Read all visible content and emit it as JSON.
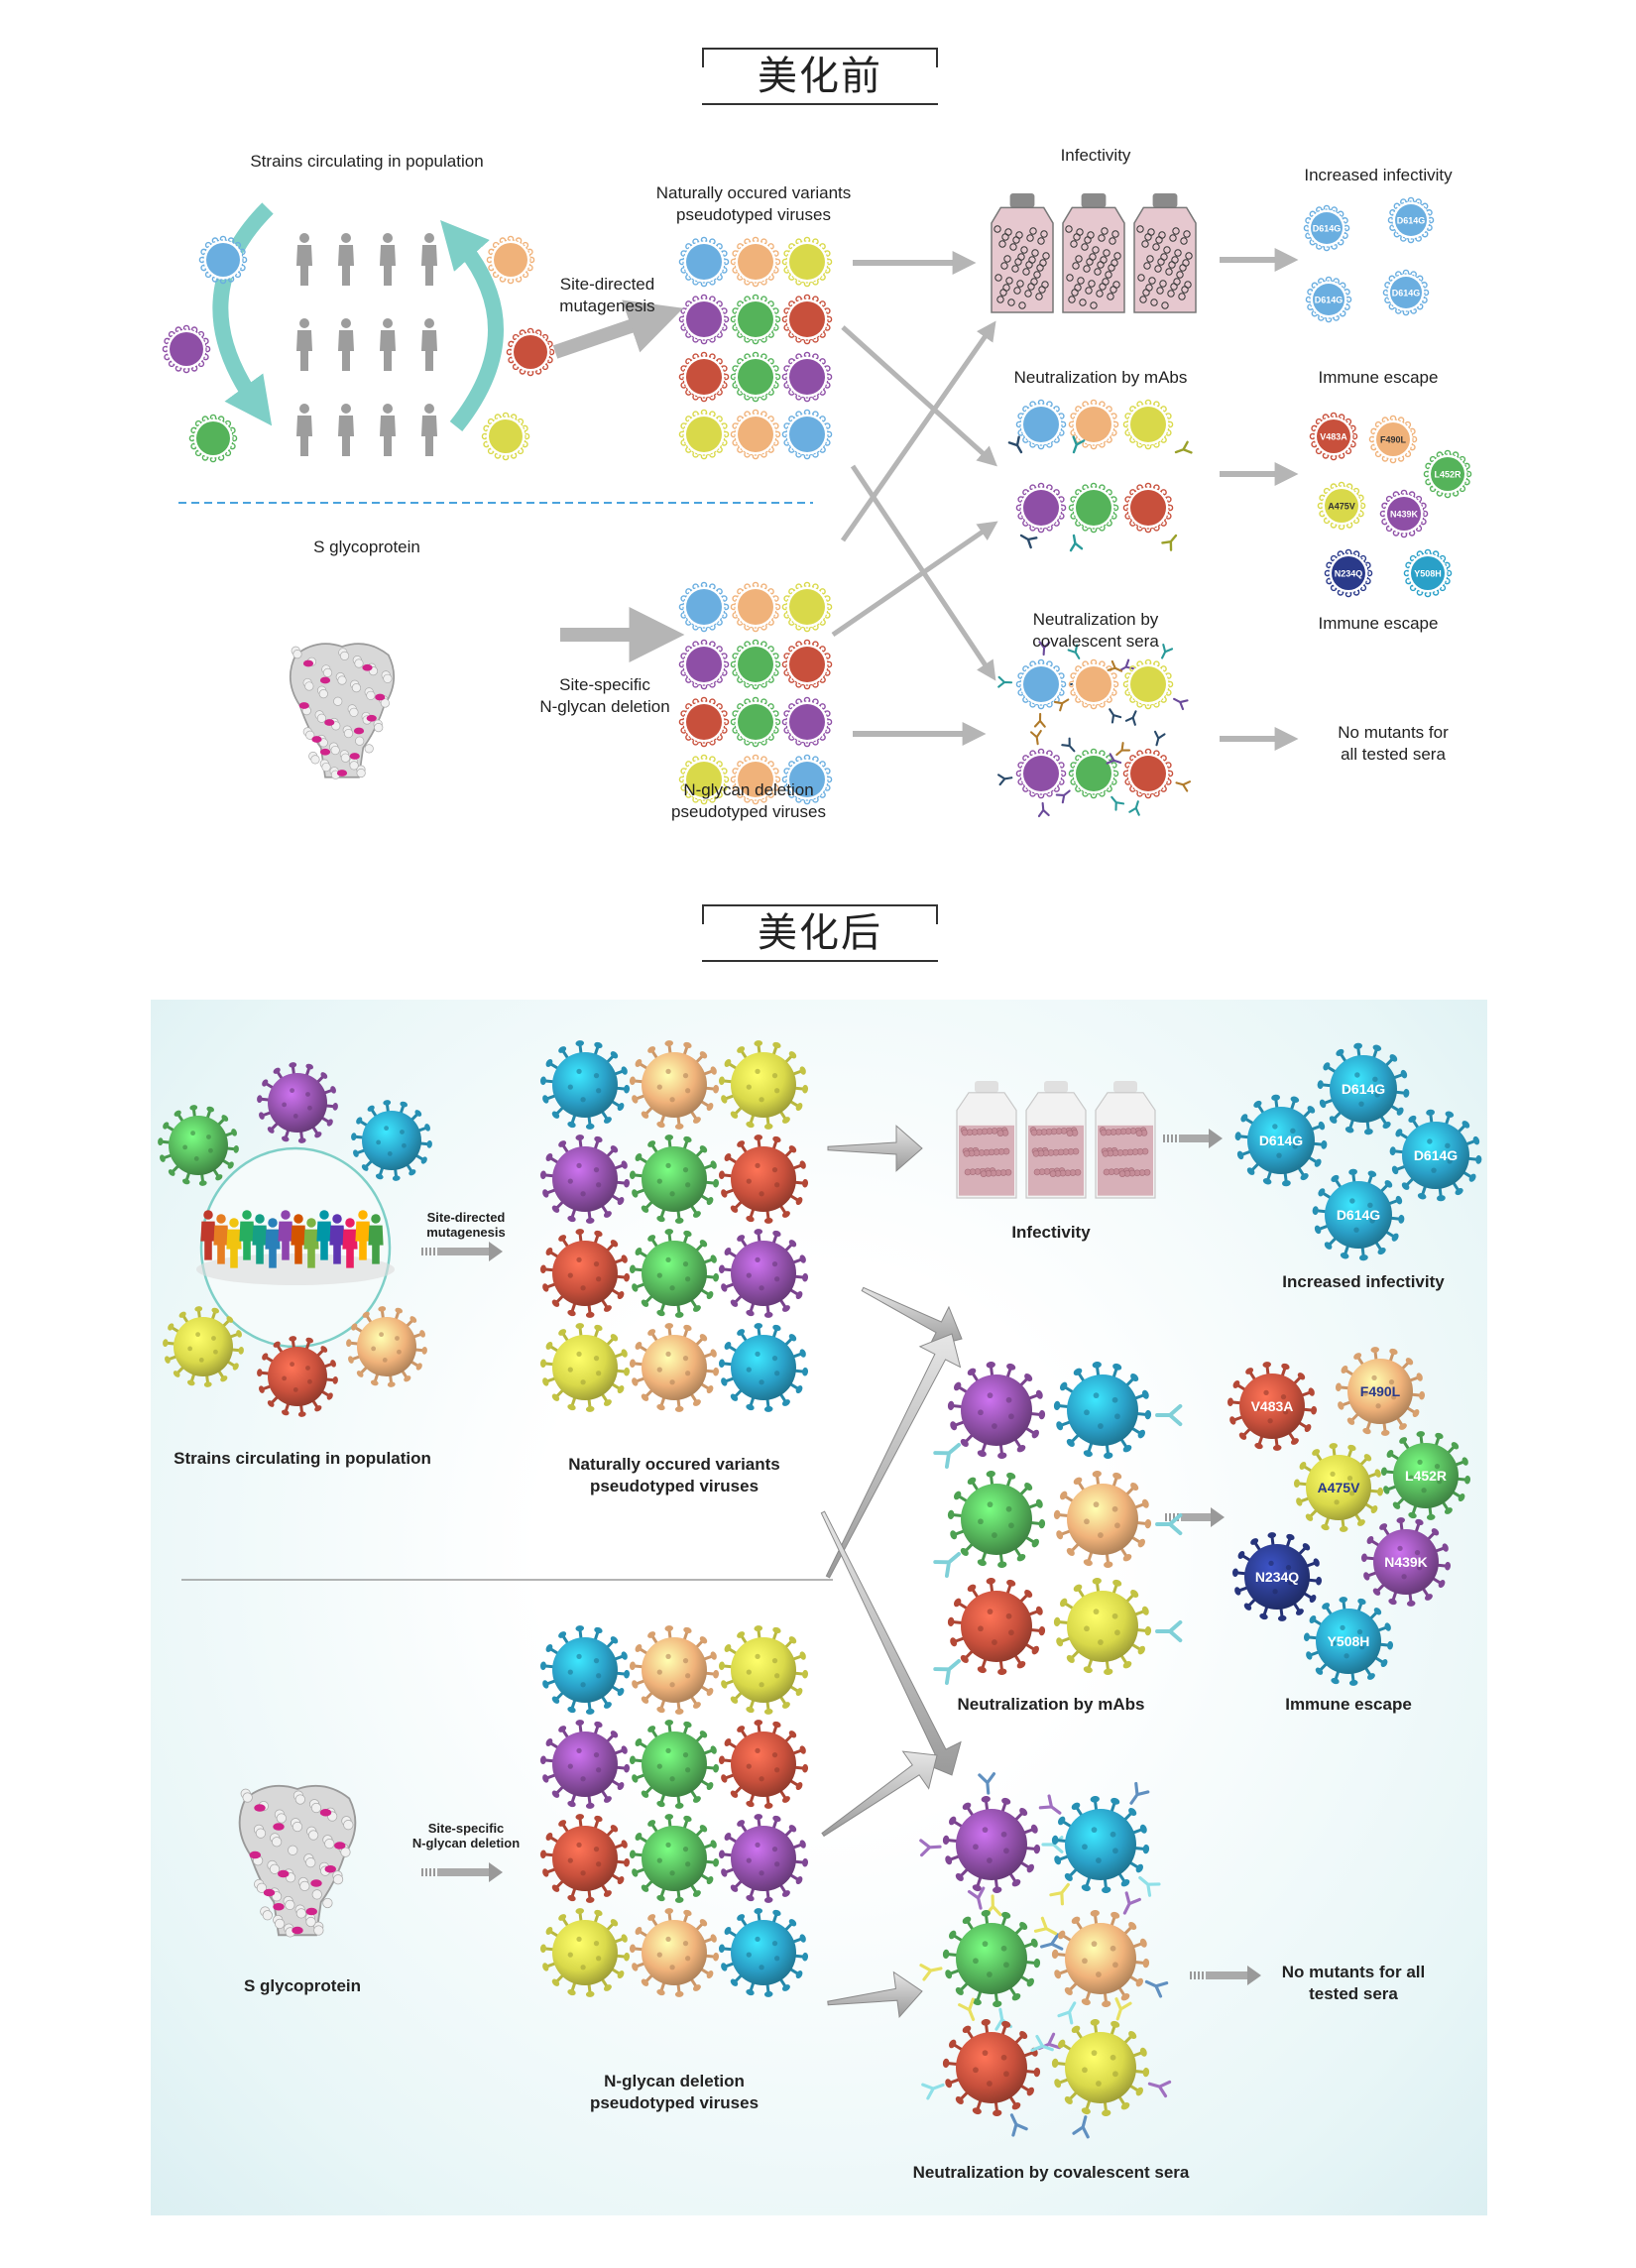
{
  "before": {
    "title": "美化前",
    "labels": {
      "strains": "Strains circulating in population",
      "natural_variants": "Naturally occured variants\npseudotyped viruses",
      "infectivity": "Infectivity",
      "increased_infectivity": "Increased infectivity",
      "site_directed": "Site-directed\nmutagenesis",
      "neutralization_mabs": "Neutralization by mAbs",
      "immune_escape_1": "Immune escape",
      "immune_escape_2": "Immune escape",
      "s_glycoprotein": "S glycoprotein",
      "neutralization_sera": "Neutralization by\ncovalescent sera",
      "site_specific": "Site-specific\nN-glycan deletion",
      "no_mutants": "No mutants for\nall tested sera",
      "glycan_variants": "N-glycan deletion\npseudotyped viruses"
    },
    "d614g_labels": [
      "D614G",
      "D614G",
      "D614G",
      "D614G"
    ],
    "mutation_labels": [
      "V483A",
      "F490L",
      "L452R",
      "A475V",
      "N439K",
      "N234Q",
      "Y508H"
    ]
  },
  "after": {
    "title": "美化后",
    "labels": {
      "site_directed": "Site-directed\nmutagenesis",
      "infectivity": "Infectivity",
      "increased_infectivity": "Increased infectivity",
      "strains": "Strains circulating in population",
      "natural_variants": "Naturally occured variants\npseudotyped viruses",
      "neutralization_mabs": "Neutralization by mAbs",
      "immune_escape": "Immune escape",
      "site_specific": "Site-specific\nN-glycan deletion",
      "s_glycoprotein": "S glycoprotein",
      "no_mutants": "No mutants for all\ntested sera",
      "glycan_variants": "N-glycan deletion\npseudotyped viruses",
      "neutralization_sera": "Neutralization by covalescent sera"
    },
    "d614g_labels": [
      "D614G",
      "D614G",
      "D614G",
      "D614G"
    ],
    "mutation_labels": [
      "V483A",
      "F490L",
      "A475V",
      "L452R",
      "N234Q",
      "N439K",
      "Y508H"
    ]
  },
  "colors": {
    "blue": "#6aaee0",
    "orange": "#f0b27a",
    "yellow": "#d9d94a",
    "purple": "#8e4fa6",
    "green": "#55b35a",
    "red": "#c8503c",
    "teal_arrow": "#7ecfc7",
    "gray_arrow": "#b5b5b5",
    "darknavy": "#2a3a8a",
    "darkpurple": "#5a2a7a",
    "cyan": "#2aa0c8",
    "pinkglycan": "#d0238a"
  }
}
